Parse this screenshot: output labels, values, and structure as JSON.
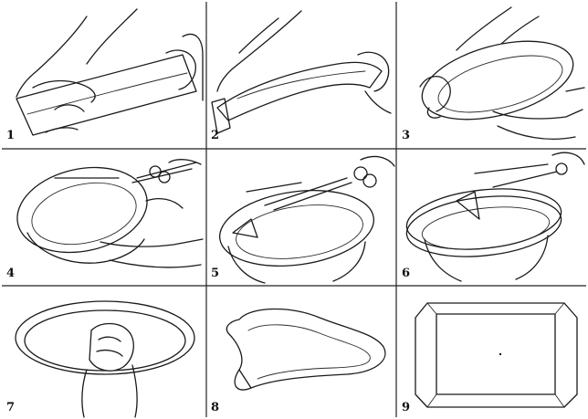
{
  "panels": [
    {
      "number": "1",
      "description_icon": "hands-holding-strip"
    },
    {
      "number": "2",
      "description_icon": "hands-pulling-strip"
    },
    {
      "number": "3",
      "description_icon": "hands-curving-strip-into-oval"
    },
    {
      "number": "4",
      "description_icon": "scissors-trimming-oval-band"
    },
    {
      "number": "5",
      "description_icon": "scissors-cutting-band"
    },
    {
      "number": "6",
      "description_icon": "scissors-trimming-double-ring"
    },
    {
      "number": "7",
      "description_icon": "hand-holding-finished-ring"
    },
    {
      "number": "8",
      "description_icon": "folded-band-shape"
    },
    {
      "number": "9",
      "description_icon": "folded-square-frame"
    }
  ],
  "colors": {
    "ink": "#1a1a1a",
    "paper": "#ffffff"
  }
}
